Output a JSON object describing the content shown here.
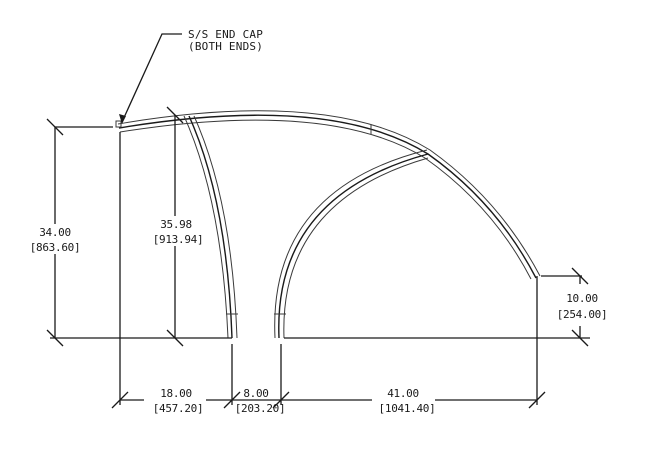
{
  "drawing": {
    "note": {
      "line1": "S/S END CAP",
      "line2": "(BOTH ENDS)"
    },
    "dimensions": {
      "overall_height": {
        "imperial": "34.00",
        "metric": "[863.60]"
      },
      "inner_arc_height": {
        "imperial": "35.98",
        "metric": "[913.94]"
      },
      "right_leg_height": {
        "imperial": "10.00",
        "metric": "[254.00]"
      },
      "left_span": {
        "imperial": "18.00",
        "metric": "[457.20]"
      },
      "gap": {
        "imperial": "8.00",
        "metric": "[203.20]"
      },
      "right_span": {
        "imperial": "41.00",
        "metric": "[1041.40]"
      }
    },
    "colors": {
      "line": "#1a1a1a",
      "background": "#ffffff"
    }
  }
}
